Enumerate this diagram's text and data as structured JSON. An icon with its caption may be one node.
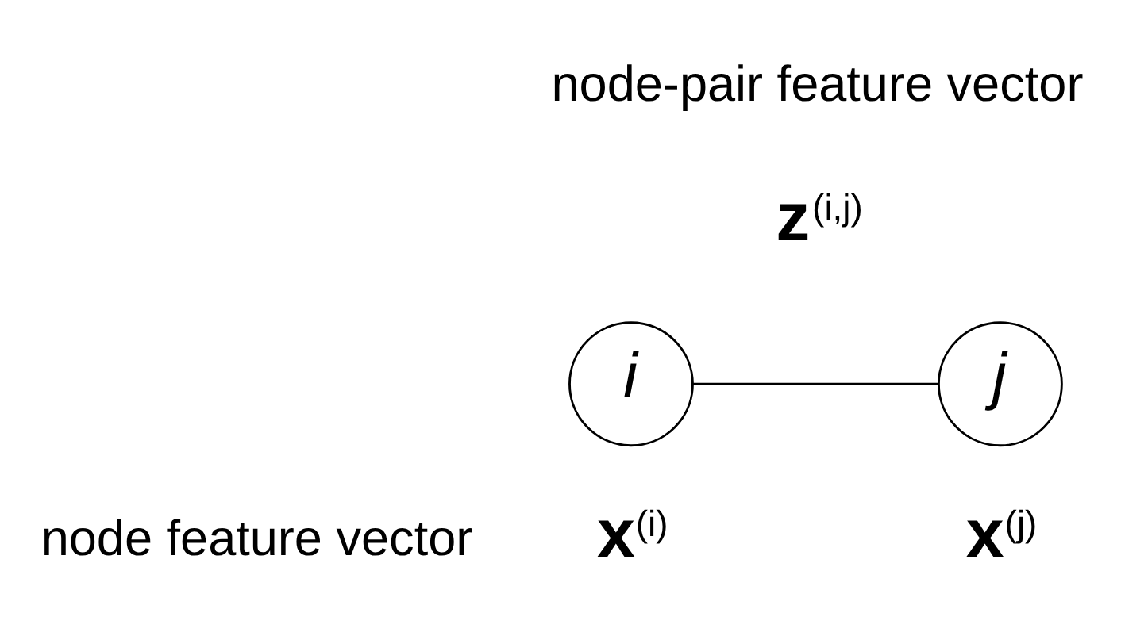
{
  "diagram": {
    "nodes": [
      {
        "text": [
          "i"
        ]
      },
      {
        "text": [
          "j"
        ]
      }
    ],
    "edges": [
      {
        "from": 0,
        "to": 1,
        "arrow": "none"
      }
    ],
    "labels": [
      "node-pair feature vector",
      "**z**$^{(i,j)}$",
      "node feature vector",
      "**x**$^{(i)}$",
      "**x**$^{(j)}$"
    ]
  }
}
